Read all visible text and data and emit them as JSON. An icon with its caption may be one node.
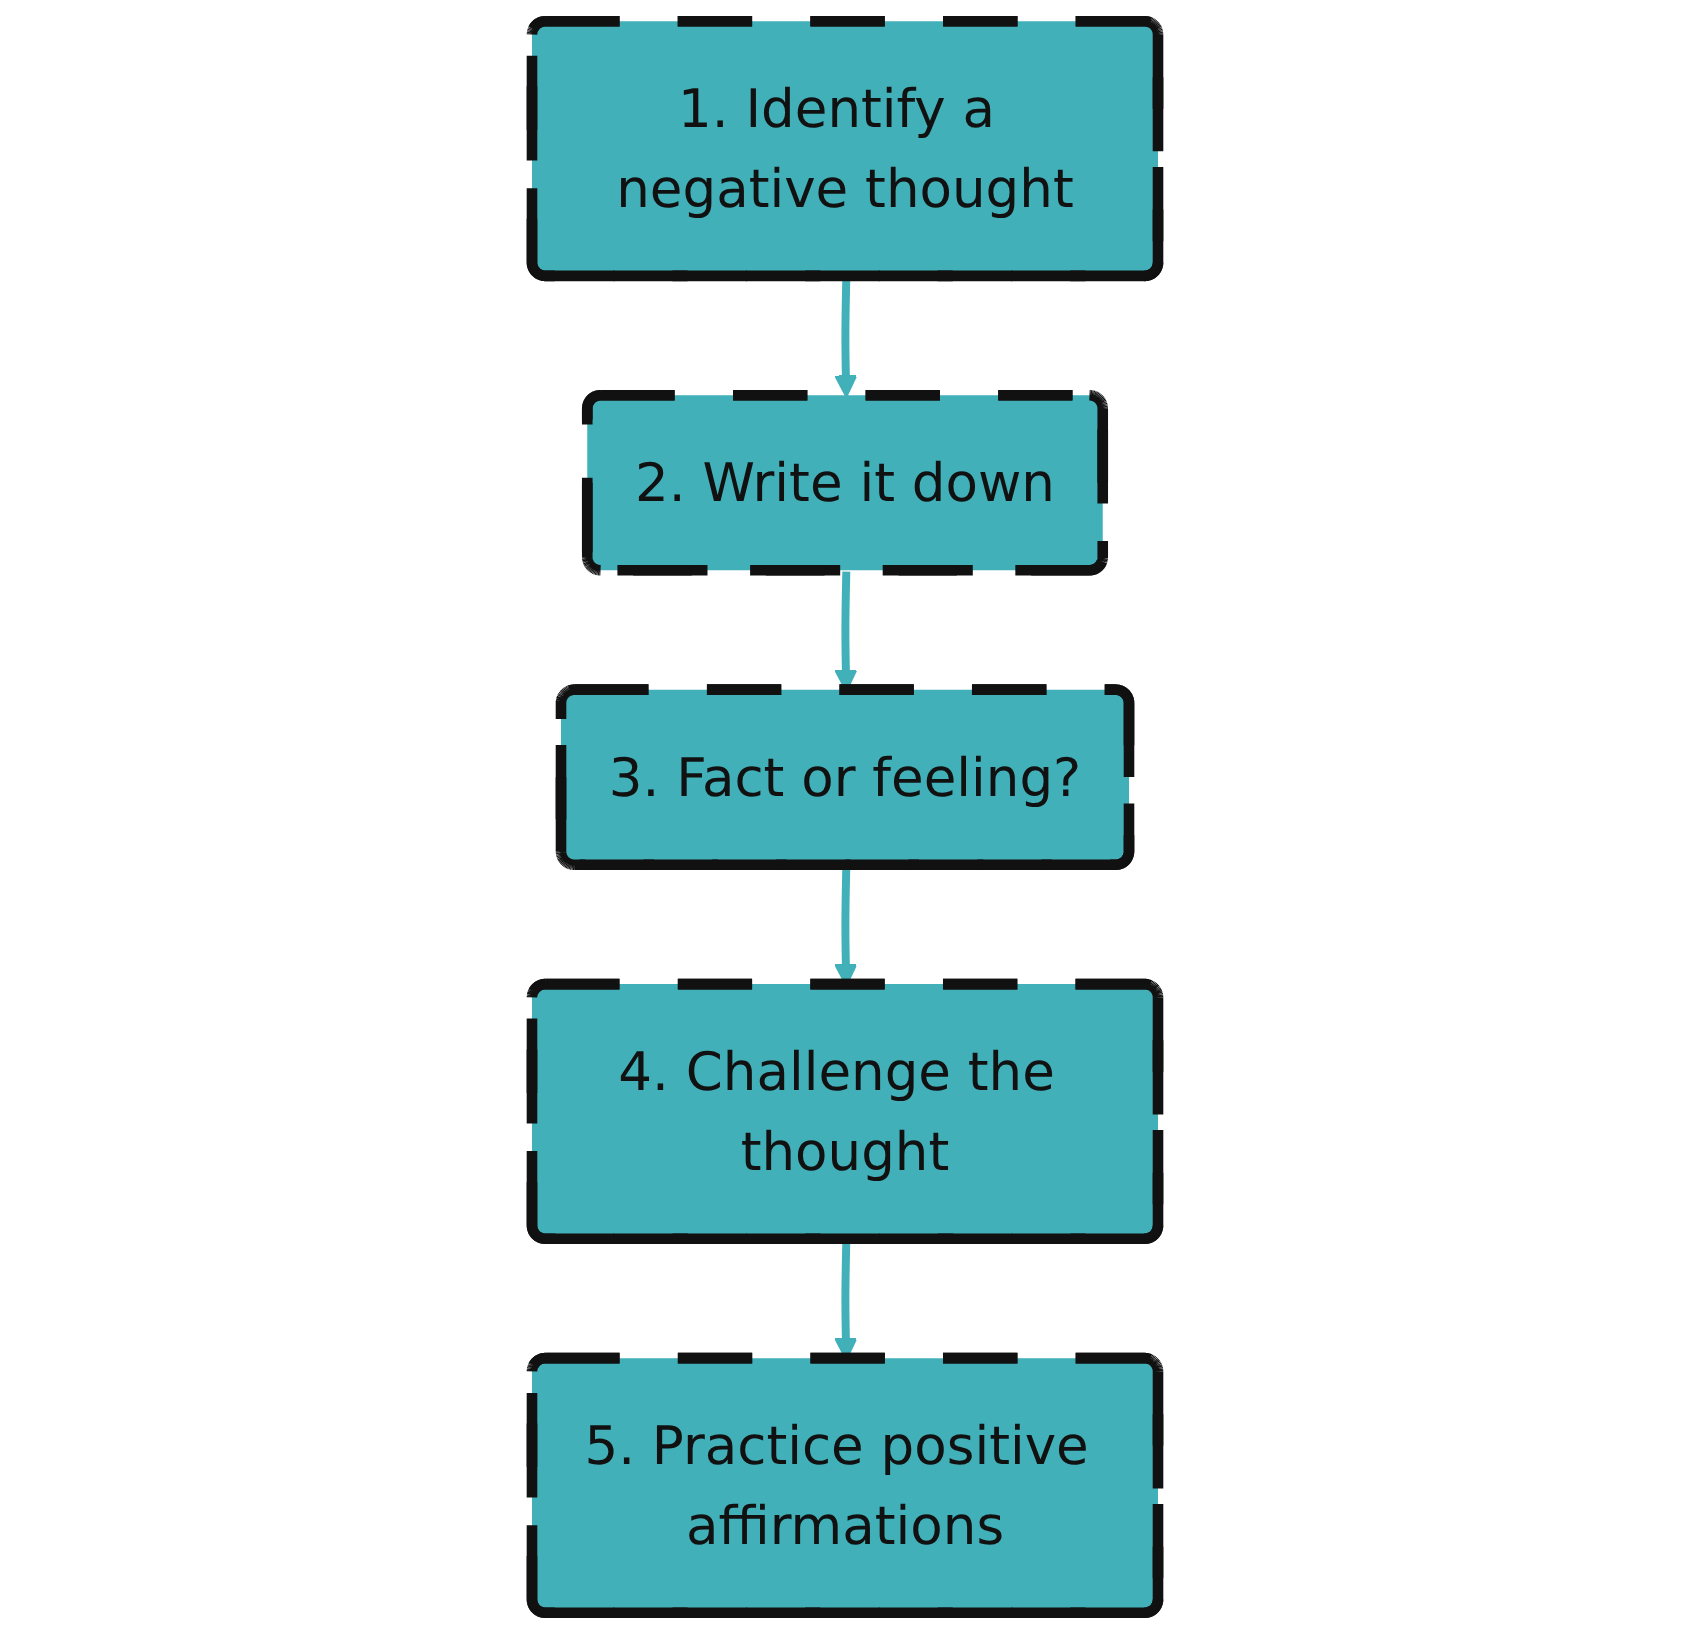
{
  "diagram": {
    "nodes": [
      {
        "text": [
          "1. Identify a negative thought"
        ]
      },
      {
        "text": [
          "2. Write it down"
        ]
      },
      {
        "text": [
          "3. Fact or feeling?"
        ]
      },
      {
        "text": [
          "4. Challenge the thought"
        ]
      },
      {
        "text": [
          "5. Practice positive affirmations"
        ]
      }
    ],
    "edges": [
      {
        "from": 0,
        "to": 1,
        "arrow": "to",
        "color": "#41b0b9"
      },
      {
        "from": 1,
        "to": 2,
        "arrow": "to",
        "color": "#41b0b9"
      },
      {
        "from": 2,
        "to": 3,
        "arrow": "to",
        "color": "#41b0b9"
      },
      {
        "from": 3,
        "to": 4,
        "arrow": "to",
        "color": "#41b0b9"
      }
    ]
  }
}
